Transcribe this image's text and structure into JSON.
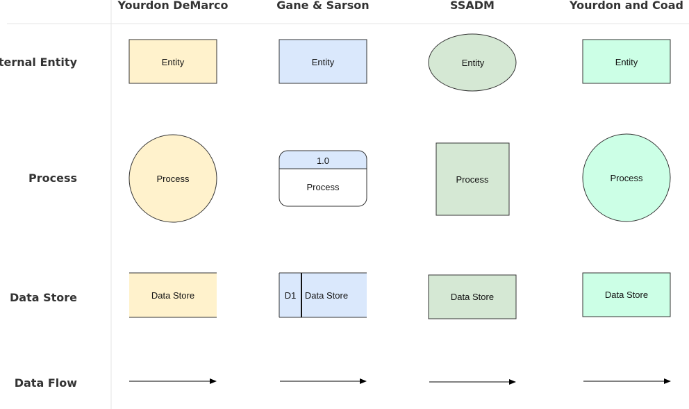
{
  "columns": [
    "Yourdon DeMarco",
    "Gane & Sarson",
    "SSADM",
    "Yourdon and Coad"
  ],
  "rows": [
    "External Entity",
    "Process",
    "Data Store",
    "Data Flow"
  ],
  "shapes": {
    "yourdon_demarco": {
      "entity": "Entity",
      "process": "Process",
      "store": "Data Store"
    },
    "gane_sarson": {
      "entity": "Entity",
      "process_id": "1.0",
      "process": "Process",
      "store_id": "D1",
      "store": "Data Store"
    },
    "ssadm": {
      "entity": "Entity",
      "process": "Process",
      "store": "Data Store"
    },
    "yourdon_coad": {
      "entity": "Entity",
      "process": "Process",
      "store": "Data Store"
    }
  },
  "colors": {
    "yellow_fill": "#fff2cc",
    "blue_fill": "#dae8fc",
    "green_fill": "#d5e8d4",
    "mint_fill": "#ccffe6",
    "stroke": "#333333",
    "divider": "#e6e6e6"
  }
}
